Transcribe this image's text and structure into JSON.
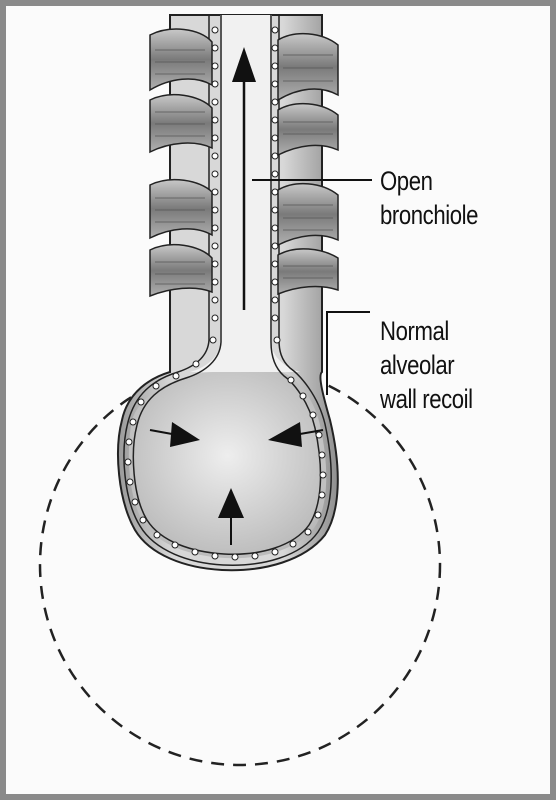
{
  "labels": {
    "open_bronchiole": [
      "Open",
      "bronchiole"
    ],
    "alveolar_recoil": [
      "Normal",
      "alveolar",
      "wall recoil"
    ]
  },
  "colors": {
    "ink": "#111111",
    "frame": "#8a8a8a",
    "tissue_fill": "#d4d4d4",
    "lumen_fill": "#f2f2f2",
    "muscle_fill": "#9a9a9a"
  },
  "icons": [
    "up-arrow-icon",
    "right-arrow-icon",
    "left-arrow-icon"
  ]
}
